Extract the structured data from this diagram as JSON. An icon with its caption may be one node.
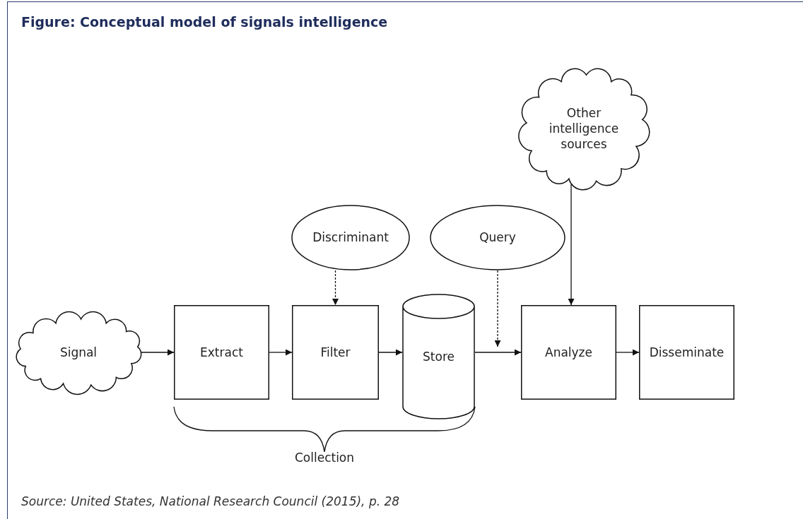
{
  "diagram": {
    "title": "Figure: Conceptual model of signals intelligence",
    "caption": "Source: United States, National Research Council (2015), p. 28",
    "nodes": [
      {
        "text": [
          "Other intelligence sources"
        ]
      },
      {
        "text": [
          "Discriminant"
        ]
      },
      {
        "text": [
          "Query"
        ]
      },
      {
        "text": [
          "Signal"
        ]
      },
      {
        "text": [
          "Extract"
        ]
      },
      {
        "text": [
          "Filter"
        ]
      },
      {
        "text": [
          "Store"
        ]
      },
      {
        "text": [
          "Analyze"
        ]
      },
      {
        "text": [
          "Disseminate"
        ]
      }
    ],
    "edges": [
      {
        "from": 3,
        "to": 4,
        "arrow": "to"
      },
      {
        "from": 4,
        "to": 5,
        "arrow": "to"
      },
      {
        "from": 5,
        "to": 6,
        "arrow": "to"
      },
      {
        "from": 6,
        "to": 7,
        "arrow": "to"
      },
      {
        "from": 7,
        "to": 8,
        "arrow": "to"
      },
      {
        "from": 1,
        "to": 5,
        "arrow": "to",
        "style": "dashed"
      },
      {
        "from": 2,
        "to": null,
        "arrow": "to",
        "style": "dashed"
      },
      {
        "from": 0,
        "to": 7,
        "arrow": "to"
      }
    ],
    "labels": [
      "Collection"
    ]
  }
}
